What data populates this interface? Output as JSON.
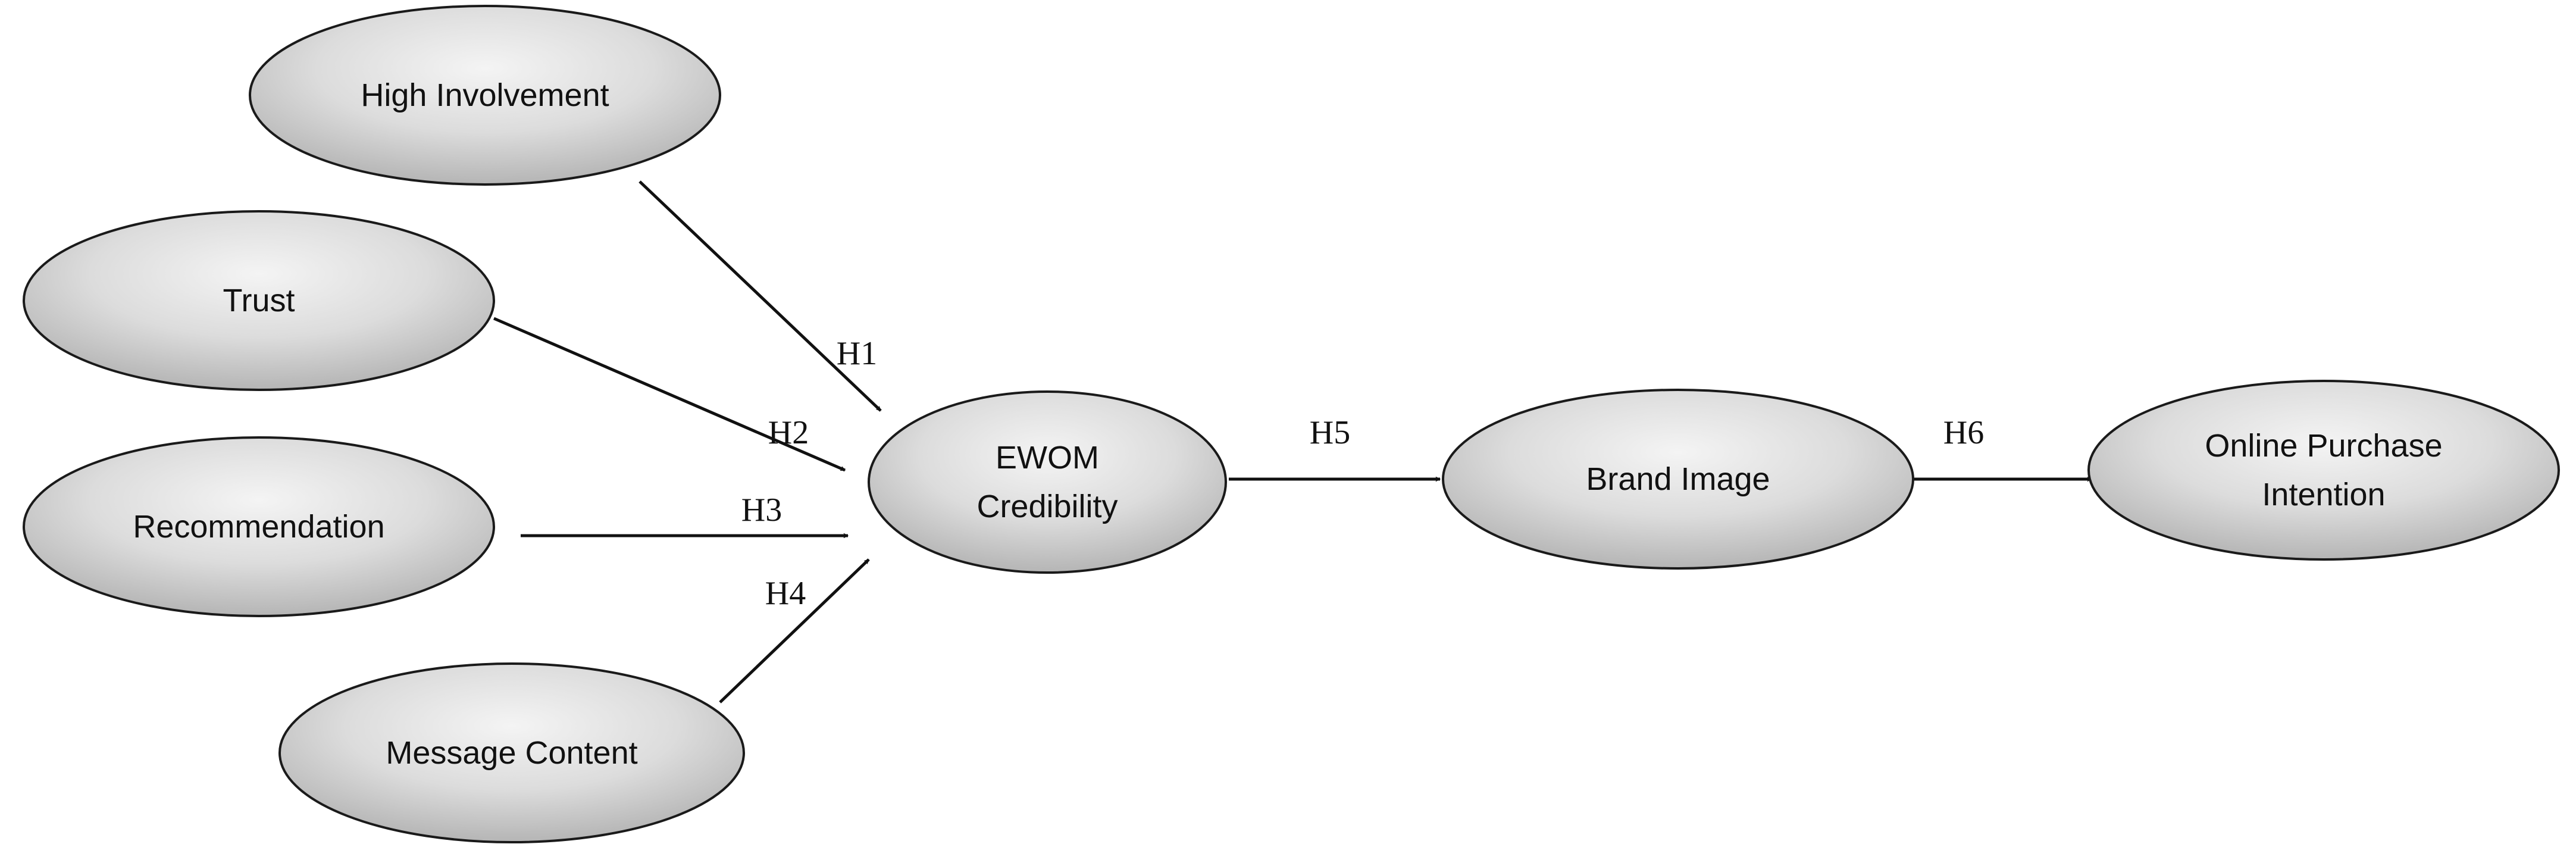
{
  "nodes": {
    "high_involvement": {
      "lines": [
        "High Involvement"
      ]
    },
    "trust": {
      "lines": [
        "Trust"
      ]
    },
    "recommendation": {
      "lines": [
        "Recommendation"
      ]
    },
    "message_content": {
      "lines": [
        "Message Content"
      ]
    },
    "ewom_credibility": {
      "lines": [
        "EWOM",
        "Credibility"
      ]
    },
    "brand_image": {
      "lines": [
        "Brand Image"
      ]
    },
    "online_purchase_intention": {
      "lines": [
        "Online Purchase",
        "Intention"
      ]
    }
  },
  "edges": [
    {
      "from": "high_involvement",
      "to": "ewom_credibility",
      "label": "H1"
    },
    {
      "from": "trust",
      "to": "ewom_credibility",
      "label": "H2"
    },
    {
      "from": "recommendation",
      "to": "ewom_credibility",
      "label": "H3"
    },
    {
      "from": "message_content",
      "to": "ewom_credibility",
      "label": "H4"
    },
    {
      "from": "ewom_credibility",
      "to": "brand_image",
      "label": "H5"
    },
    {
      "from": "brand_image",
      "to": "online_purchase_intention",
      "label": "H6"
    }
  ],
  "colors": {
    "node_fill_light": "#f2f2f2",
    "node_fill_dark": "#b8b8b8",
    "stroke": "#1a1a1a",
    "text": "#111111"
  }
}
